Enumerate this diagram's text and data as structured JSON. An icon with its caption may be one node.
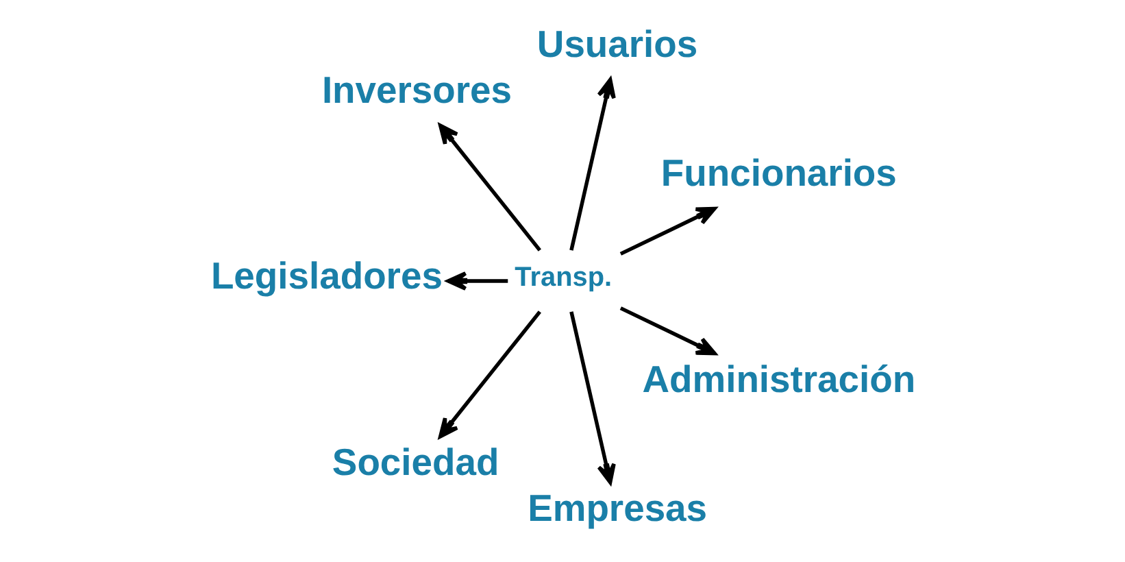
{
  "diagram": {
    "nodes": [
      {
        "text": [
          "Transp."
        ]
      },
      {
        "text": [
          "Funcionarios"
        ]
      },
      {
        "text": [
          "Usuarios"
        ]
      },
      {
        "text": [
          "Inversores"
        ]
      },
      {
        "text": [
          "Legisladores"
        ]
      },
      {
        "text": [
          "Sociedad"
        ]
      },
      {
        "text": [
          "Empresas"
        ]
      },
      {
        "text": [
          "Administración"
        ]
      }
    ],
    "edges": [
      {
        "from": 0,
        "to": 1,
        "arrow": "to"
      },
      {
        "from": 0,
        "to": 2,
        "arrow": "to"
      },
      {
        "from": 0,
        "to": 3,
        "arrow": "to"
      },
      {
        "from": 0,
        "to": 4,
        "arrow": "to"
      },
      {
        "from": 0,
        "to": 5,
        "arrow": "to"
      },
      {
        "from": 0,
        "to": 6,
        "arrow": "to"
      },
      {
        "from": 0,
        "to": 7,
        "arrow": "to"
      }
    ]
  }
}
